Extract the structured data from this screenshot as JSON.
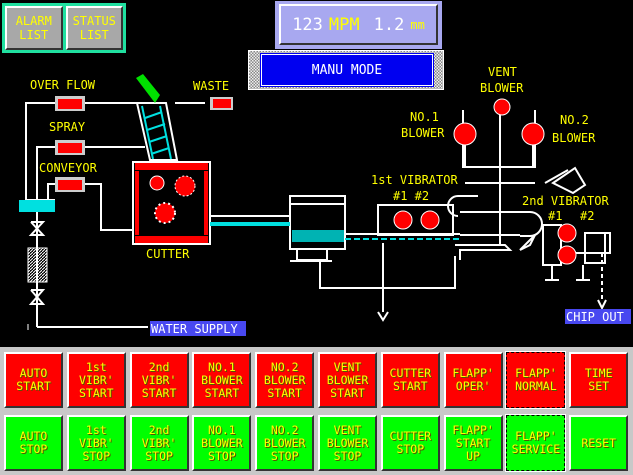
{
  "header": {
    "alarm_list": "ALARM\nLIST",
    "status_list": "STATUS\nLIST",
    "speed_value": "123",
    "speed_unit": "MPM",
    "thickness_value": "1.2",
    "thickness_unit": "mm",
    "mode": "MANU MODE"
  },
  "diagram": {
    "over_flow": "OVER FLOW",
    "waste": "WASTE",
    "spray": "SPRAY",
    "conveyor": "CONVEYOR",
    "cutter": "CUTTER",
    "water_supply": "WATER SUPPLY",
    "vent_blower_1": "VENT",
    "vent_blower_2": "BLOWER",
    "no1_blower_1": "NO.1",
    "no1_blower_2": "BLOWER",
    "no2_blower_1": "NO.2",
    "no2_blower_2": "BLOWER",
    "first_vibrator": "1st VIBRATOR",
    "first_vibrator_units": "#1 #2",
    "second_vibrator": "2nd VIBRATOR",
    "second_vibrator_unit1": "#1",
    "second_vibrator_unit2": "#2",
    "chip_out": "CHIP OUT"
  },
  "colors": {
    "running_off": "#ff0000",
    "accent": "#00e0e0",
    "panel_border": "#20e0a0"
  },
  "buttons": {
    "start_row": [
      "AUTO\nSTART",
      "1st\nVIBR'\nSTART",
      "2nd\nVIBR'\nSTART",
      "NO.1\nBLOWER\nSTART",
      "NO.2\nBLOWER\nSTART",
      "VENT\nBLOWER\nSTART",
      "CUTTER\nSTART",
      "FLAPP'\nOPER'",
      "FLAPP'\nNORMAL",
      "TIME\nSET"
    ],
    "stop_row": [
      "AUTO\nSTOP",
      "1st\nVIBR'\nSTOP",
      "2nd\nVIBR'\nSTOP",
      "NO.1\nBLOWER\nSTOP",
      "NO.2\nBLOWER\nSTOP",
      "VENT\nBLOWER\nSTOP",
      "CUTTER\nSTOP",
      "FLAPP'\nSTART\nUP",
      "FLAPP'\nSERVICE",
      "RESET"
    ]
  }
}
